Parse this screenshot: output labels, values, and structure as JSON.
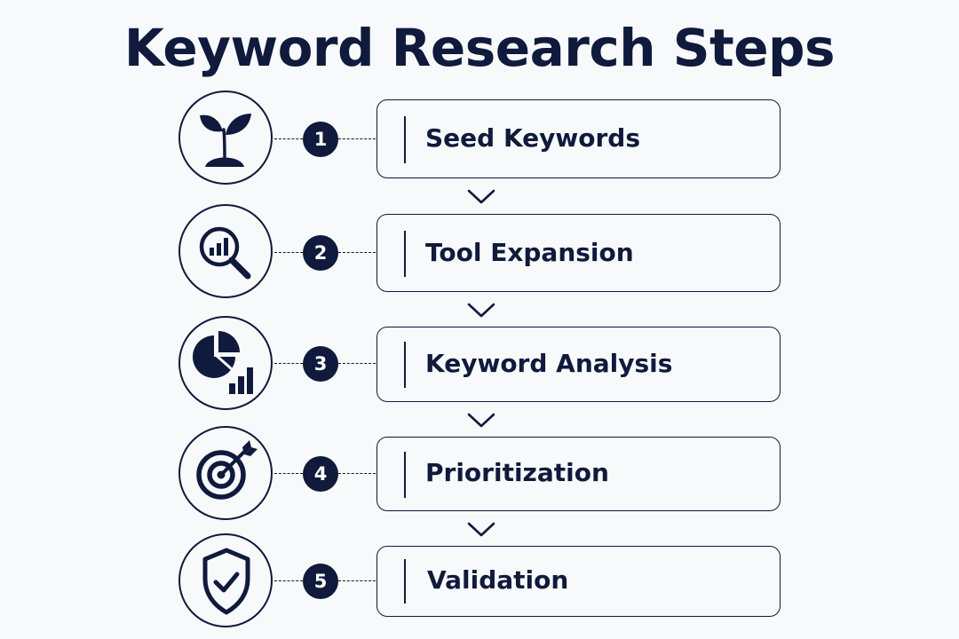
{
  "title": "Keyword Research Steps",
  "steps": [
    {
      "number": "1",
      "label": "Seed Keywords",
      "icon": "sprout-icon"
    },
    {
      "number": "2",
      "label": "Tool Expansion",
      "icon": "magnifier-chart-icon"
    },
    {
      "number": "3",
      "label": "Keyword Analysis",
      "icon": "pie-bar-chart-icon"
    },
    {
      "number": "4",
      "label": "Prioritization",
      "icon": "target-arrow-icon"
    },
    {
      "number": "5",
      "label": "Validation",
      "icon": "shield-check-icon"
    }
  ],
  "colors": {
    "primary": "#0f1a3c",
    "background": "#f8f9fa"
  }
}
